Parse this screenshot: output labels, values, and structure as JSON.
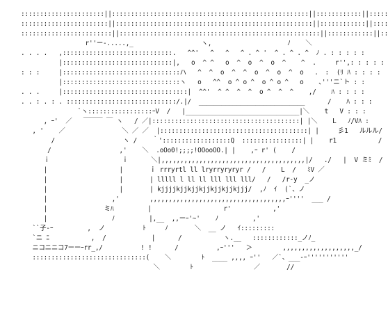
{
  "art_lines": [
    "::::::::::::::::::::::||::::::::::::::::::::::::::::::::::::::::::::::::::::||::::::::::::||:::::::",
    ":::::::::::::::::::::::||::::::::::::::::::::::::::::::::::::::::::::::::::::||::::::::::::||::::::",
    "::::::::::::::::::::::::||:::::::::::::::::::::::::::::::::::::::::::::::::::::||::::::::::::||::::",
    "                 r''ー-.....,_                  ヽ,                    ﾉ    ＼",
    ". . . .   ,:::::::::::::::::::::::::::::.   ^^'   ^   ^   ^ . ^ '  ^ . ^ . ^  ﾉ . : : : : :",
    "          |:::::::::::::::::::::::::::::|,   o  ^ ^   o  ^  o  ^  o  ^    ^  .     r'',: : : : :",
    ": : :     |:::::::::::::::::::::::::::::::ハ   ^  ^  o  ^  ^  o  ^  o  ^  o   ． :  (ﾘ ﾊ : : : :",
    "          |:::::::::::::::::::::::::::::::ヽ   o   ^^  o ^ o ^  o ^ o ^   o    ､'''ニ`ト : :",
    ". . .     |:::::::::::::::::::::::::::::::::|  ^^'  ^ ^  ^  ^  o ^  ^  ^    ,/    ﾊ : : : :",
    ". . : . : . :::::::::::::::::::::::::::::/.|/  ____________________________      /    ﾊ : : :",
    "               `ヽ:::::::::::::::::ｰV  /   |______________________________|＼    t   V : : :",
    "      , ｰ'  ／   ￣￣￣ ￣ ヽ   / ／|:::::::::::::::::::::::::::::::::::::::| |＼    L   ﾉ/Vﾊ :",
    "   , '    ／               ＼ ／ ／  |:::::::::::::::::::::::::::::::::::::::| |     彡1   ルルル/",
    "        /                  ヽ /    ｀'::::::::::::::::::Q  ::::::::::::::::| |    r1           /",
    "       /                  ,'    ＼  .oOo0!;;;;!OOooOO.| |    ,ｰ r' (    /",
    "      ｉ                   ｉ      ＼|,,,,,,,,,,,,,,,,,,,,,,,,,,,,,,,,,,,,,,|/   ./   |  V ミﾐ  /",
    "      |                   |       ｉ rrryrtl ll lryrryryryr /   /    L  /   ﾐV ／",
    "      |                   |       | lllll l ll ll lll lll lll/   /   /r-y  _ノ",
    "      |                   |       | kjjjjkjjkjjkjjkjjkjjkjjj/  ,ﾉ  ｲ  (`、ノ",
    "      |                 ,'        ,,,,,,,,,,,,,,,,,,,,,,,,,,,,,,,,,,,,ｰ''''  ___ /",
    "      |               ミﾊ         |                   r'           ,'",
    "      |                 ﾉ         |,__  ,,ーｰ'~'    ﾉ         ,'",
    "   ``子-ｰ         ,  ノ          ﾄ     ﾉ       ＼  __ ノ   ｲ:::::::::",
    "   `ニ ﾆ           ,  /            |      /           ヽ.__   ::::::::::::_ノﾉ_",
    "   ニコニニコ7ーーｰrr_,/          ! !      /          ,ｰ'''   ＞        ,,,,,,,,,,,,,,,,,,,_/",
    "   ::::::::::::::::::::::::::::::(    ＼        ﾄ  ____ ,,,, ｰ''   ／`、___-ｰ'''''''''''",
    "                                   ＼        ﾄ                ／       //"
  ]
}
